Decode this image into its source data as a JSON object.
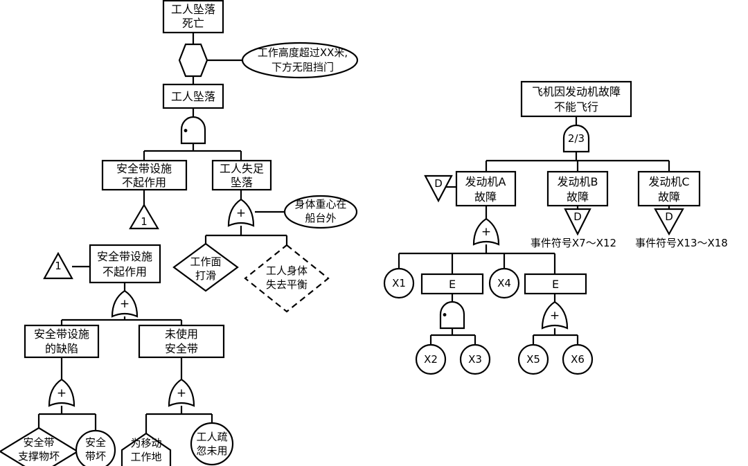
{
  "left_tree": {
    "top_event": [
      "工人坠落",
      "死亡"
    ],
    "condition_note": [
      "工作高度超过XX米,",
      "下方无阻挡门"
    ],
    "event_fall": "工人坠落",
    "belt_fail": [
      "安全带设施",
      "不起作用"
    ],
    "worker_slip": [
      "工人失足",
      "坠落"
    ],
    "transfer_out": "1",
    "cond_center": [
      "身体重心在",
      "船台外"
    ],
    "floor_slip": [
      "工作面",
      "打滑"
    ],
    "lose_balance": [
      "工人身体",
      "失去平衡"
    ],
    "transfer_in": "1",
    "belt_fail_2": [
      "安全带设施",
      "不起作用"
    ],
    "belt_defect": [
      "安全带设施",
      "的缺陷"
    ],
    "not_used": [
      "未使用",
      "安全带"
    ],
    "support_bad": [
      "安全带",
      "支撑物坏"
    ],
    "belt_bad": [
      "安全",
      "带坏"
    ],
    "move_work": [
      "为移动",
      "工作地"
    ],
    "neglect": [
      "工人疏",
      "忽未用"
    ]
  },
  "right_tree": {
    "top_event": [
      "飞机因发动机故障",
      "不能飞行"
    ],
    "vote_gate": "2/3",
    "engine_a": [
      "发动机A",
      "故障"
    ],
    "engine_b": [
      "发动机B",
      "故障"
    ],
    "engine_c": [
      "发动机C",
      "故障"
    ],
    "transfer_label": "D",
    "event_b_note": "事件符号X7～X12",
    "event_c_note": "事件符号X13～X18",
    "x1": "X1",
    "e_left": "E",
    "x4": "X4",
    "e_right": "E",
    "x2": "X2",
    "x3": "X3",
    "x5": "X5",
    "x6": "X6"
  },
  "gate_symbols": {
    "and": "•",
    "or": "+"
  }
}
